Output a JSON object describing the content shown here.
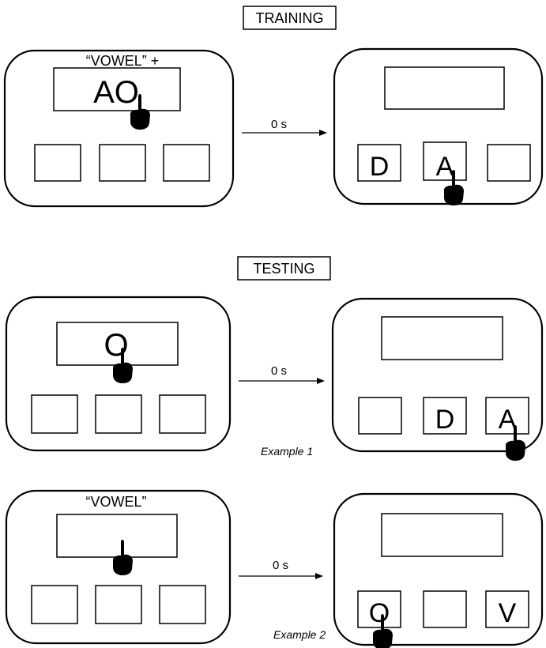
{
  "training": {
    "header": "TRAINING",
    "sample_label": "“VOWEL” +",
    "sample_letters": "AO",
    "delay": "0 s",
    "choice_left": "D",
    "choice_middle": "A"
  },
  "testing": {
    "header": "TESTING",
    "example1": {
      "sample_letter": "O",
      "delay": "0 s",
      "choice_middle": "D",
      "choice_right": "A",
      "caption": "Example 1"
    },
    "example2": {
      "sample_label": "“VOWEL”",
      "delay": "0 s",
      "choice_left": "O",
      "choice_right": "V",
      "caption": "Example 2"
    }
  },
  "icons": {
    "pointer": "pointing-hand-icon",
    "arrow": "right-arrow-icon"
  }
}
